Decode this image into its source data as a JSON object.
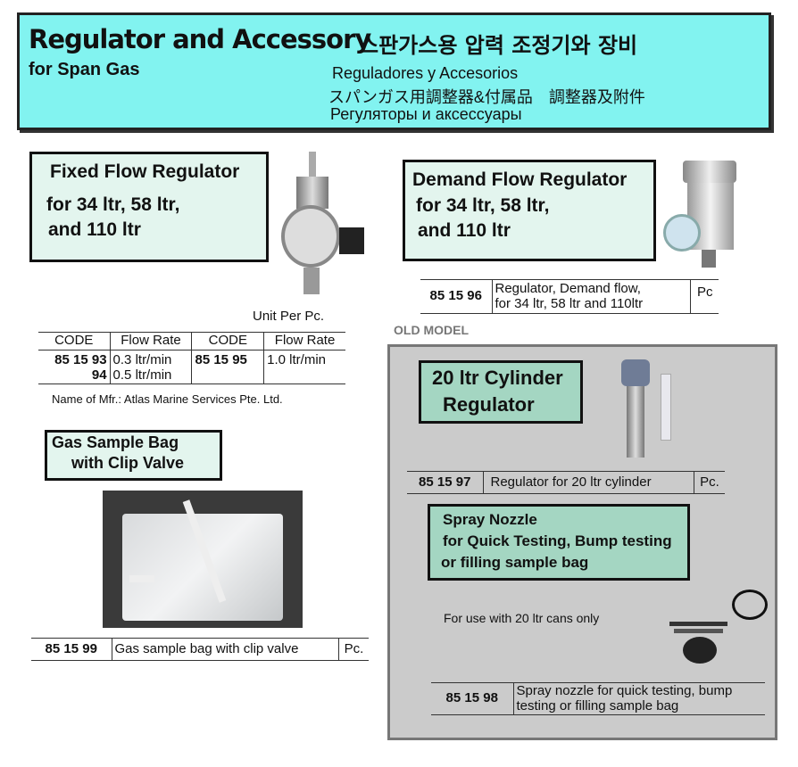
{
  "header": {
    "title": "Regulator and Accessory",
    "title_ko": "스판가스용 압력 조정기와 장비",
    "subtitle": "for Span Gas",
    "title_es": "Reguladores y Accesorios",
    "title_ja": "スパンガス用調整器&付属品　調整器及附件",
    "title_ru": "Регуляторы и аксессуары"
  },
  "fixed": {
    "line1": "Fixed Flow Regulator",
    "line2": "for 34 ltr, 58 ltr,",
    "line3": "and 110 ltr",
    "unit": "Unit Per Pc.",
    "headers": [
      "CODE",
      "Flow Rate",
      "CODE",
      "Flow Rate"
    ],
    "rows": [
      {
        "code": "85 15 93",
        "rate": "0.3 ltr/min",
        "code2": "85 15 95",
        "rate2": "1.0 ltr/min"
      },
      {
        "code": "94",
        "rate": "0.5 ltr/min"
      }
    ],
    "mfr": "Name of Mfr.:  Atlas Marine Services Pte. Ltd."
  },
  "demand": {
    "line1": "Demand Flow Regulator",
    "line2": "for 34 ltr, 58 ltr,",
    "line3": "and 110 ltr",
    "code": "85 15 96",
    "desc1": "Regulator, Demand flow,",
    "desc2": "for 34 ltr, 58 ltr and 110ltr",
    "unit": "Pc"
  },
  "old_model": "OLD MODEL",
  "cyl": {
    "line1": "20 ltr Cylinder",
    "line2": "Regulator",
    "code": "85 15 97",
    "desc": "Regulator for 20 ltr cylinder",
    "unit": "Pc."
  },
  "spray": {
    "line1": "Spray Nozzle",
    "line2": "for Quick Testing, Bump testing",
    "line3": "or filling sample bag",
    "note": "For use with 20 ltr cans only",
    "code": "85 15 98",
    "desc1": "Spray nozzle for quick testing, bump",
    "desc2": "testing or filling sample bag"
  },
  "bag": {
    "line1": "Gas Sample Bag",
    "line2": "with Clip Valve",
    "code": "85 15 99",
    "desc": "Gas sample bag with clip valve",
    "unit": "Pc."
  }
}
